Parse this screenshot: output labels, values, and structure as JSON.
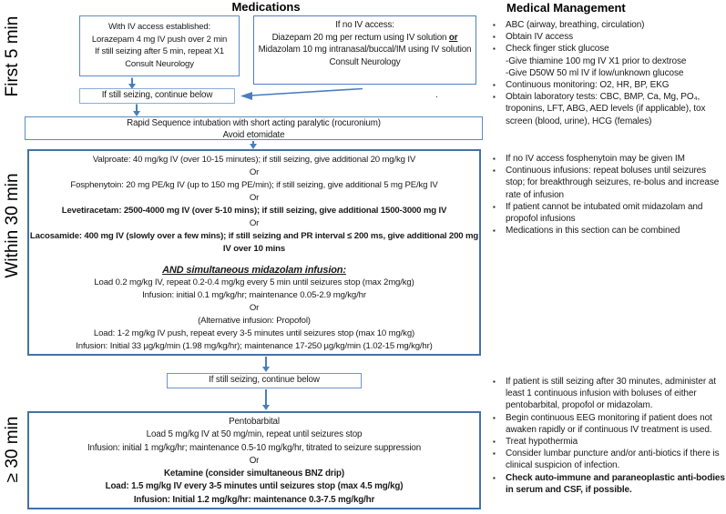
{
  "colors": {
    "box_border_dark": "#4472a8",
    "box_border_mid": "#5b8ac2",
    "box_border_light": "#8aadd5",
    "arrow_blue": "#4a7ebc",
    "text": "#1a1a1a"
  },
  "headers": {
    "medications": "Medications",
    "medical_management": "Medical Management"
  },
  "time_labels": {
    "first": "First 5 min",
    "second": "Within 30 min",
    "third": "≥ 30 min"
  },
  "flowchart": {
    "iv_access": {
      "lines": [
        "With IV access established:",
        "Lorazepam 4 mg IV push over 2 min",
        "If still seizing after 5 min, repeat X1",
        "Consult Neurology"
      ]
    },
    "no_iv_access": {
      "line1": "If no IV access:",
      "line2_main": "Diazepam 20 mg per rectum using IV solution ",
      "line2_or": "or",
      "line3": "Midazolam 10 mg intranasal/buccal/IM using IV solution",
      "line4": "Consult Neurology"
    },
    "still_seizing_1": "If still seizing, continue below",
    "rsi": {
      "lines": [
        "Rapid Sequence intubation with short acting paralytic (rocuronium)",
        "Avoid etomidate"
      ]
    },
    "second_line": {
      "lines": [
        "Valproate: 40 mg/kg IV (over 10-15 minutes); if still seizing, give additional 20 mg/kg IV",
        "Or",
        "Fosphenytoin: 20 mg PE/kg IV (up to 150 mg PE/min); if still seizing, give additional 5 mg PE/kg IV",
        "Or",
        "Levetiracetam:  2500-4000 mg IV (over 5-10 mins); if still seizing,  give additional 1500-3000 mg IV",
        "Or",
        "Lacosamide: 400 mg IV (slowly over a few mins); if still seizing and PR interval ≤ 200 ms, give additional 200 mg IV over 10 mins",
        "AND simultaneous midazolam infusion:",
        "Load 0.2 mg/kg IV, repeat 0.2-0.4 mg/kg every 5 min until seizures stop (max 2mg/kg)",
        "Infusion: initial 0.1 mg/kg/hr; maintenance 0.05-2.9 mg/kg/hr",
        "Or",
        "(Alternative infusion: Propofol)",
        "Load: 1-2 mg/kg IV push, repeat every 3-5 minutes until seizures stop (max 10 mg/kg)",
        "Infusion: Initial 33 µg/kg/min (1.98 mg/kg/hr);  maintenance 17-250 µg/kg/min (1.02-15 mg/kg/hr)"
      ]
    },
    "still_seizing_2": "If still seizing, continue below",
    "third_line": {
      "lines": [
        "Pentobarbital",
        "Load 5 mg/kg IV at 50 mg/min, repeat until seizures stop",
        "Infusion: initial 1 mg/kg/hr; maintenance 0.5-10 mg/kg/hr, titrated to seizure suppression",
        "Or",
        "Ketamine (consider simultaneous  BNZ drip)",
        "Load: 1.5 mg/kg IV every 3-5 minutes until seizures stop (max  4.5 mg/kg)",
        "Infusion: Initial 1.2 mg/kg/hr: maintenance 0.3-7.5 mg/kg/hr"
      ]
    },
    "stray_mark": "."
  },
  "management": {
    "first5": {
      "items": [
        "ABC (airway, breathing, circulation)",
        "Obtain IV access",
        "Check finger stick glucose",
        "Continuous monitoring: O2, HR,  BP, EKG",
        "Obtain laboratory tests: CBC, BMP, Ca, Mg, PO₄, troponins, LFT, ABG,  AED levels (if applicable), tox screen (blood, urine), HCG (females)"
      ],
      "glucose_subs": [
        "-Give thiamine 100 mg IV X1 prior to dextrose",
        "-Give D50W 50 ml IV if low/unknown glucose"
      ]
    },
    "within30": {
      "items": [
        "If no IV access fosphenytoin may be given IM",
        "Continuous infusions: repeat boluses until seizures stop; for breakthrough seizures, re-bolus and increase rate of infusion",
        "If patient cannot be intubated omit midazolam and propofol infusions",
        "Medications in this section can be combined"
      ]
    },
    "after30": {
      "items": [
        "If patient is still seizing after 30 minutes, administer at least 1 continuous infusion with boluses of either pentobarbital, propofol or midazolam.",
        "Begin continuous EEG monitoring if patient does not awaken rapidly or if continuous IV treatment is used.",
        "Treat hypothermia",
        "Consider lumbar puncture and/or anti-biotics if there is clinical suspicion of infection.",
        "Check  auto-immune and paraneoplastic  anti-bodies in serum and CSF, if possible."
      ]
    }
  }
}
